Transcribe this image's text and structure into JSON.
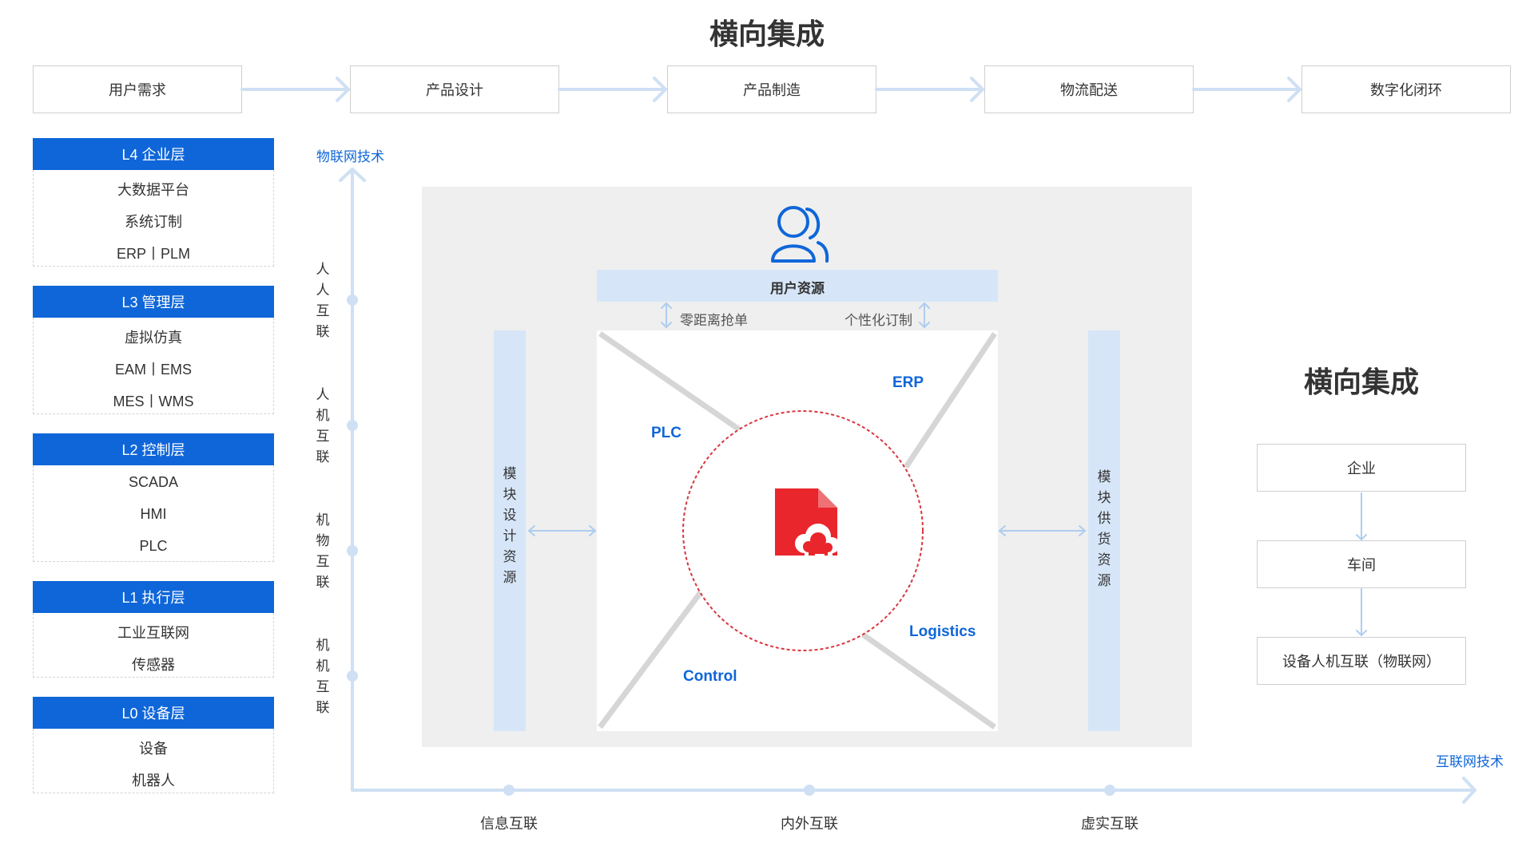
{
  "top": {
    "title": "横向集成",
    "flow": [
      "用户需求",
      "产品设计",
      "产品制造",
      "物流配送",
      "数字化闭环"
    ]
  },
  "layers": [
    {
      "header": "L4 企业层",
      "items": [
        "大数据平台",
        "系统订制",
        "ERP丨PLM"
      ]
    },
    {
      "header": "L3 管理层",
      "items": [
        "虚拟仿真",
        "EAM丨EMS",
        "MES丨WMS"
      ]
    },
    {
      "header": "L2 控制层",
      "items": [
        "SCADA",
        "HMI",
        "PLC"
      ]
    },
    {
      "header": "L1 执行层",
      "items": [
        "工业互联网",
        "传感器"
      ]
    },
    {
      "header": "L0 设备层",
      "items": [
        "设备",
        "机器人"
      ]
    }
  ],
  "axes": {
    "y_title": "物联网技术",
    "x_title": "互联网技术",
    "y_labels": [
      "人人互联",
      "人机互联",
      "机物互联",
      "机机互联"
    ],
    "x_labels": [
      "信息互联",
      "内外互联",
      "虚实互联"
    ]
  },
  "center": {
    "user_resource": "用户资源",
    "zero_distance": "零距离抢单",
    "custom": "个性化订制",
    "module_design": "模块设计资源",
    "module_supply": "模块供货资源",
    "plc": "PLC",
    "erp": "ERP",
    "control": "Control",
    "logistics": "Logistics"
  },
  "right": {
    "title": "横向集成",
    "boxes": [
      "企业",
      "车间",
      "设备人机互联（物联网）"
    ]
  },
  "colors": {
    "accent": "#0f66d9",
    "light_blue": "#d6e6f8",
    "arrow_blue": "#aecdf0",
    "panel_gray": "#efefef",
    "logo_red": "#e8262c",
    "circle_border": "#d9363e"
  },
  "icons": [
    "users-icon",
    "cloud-document-icon"
  ]
}
